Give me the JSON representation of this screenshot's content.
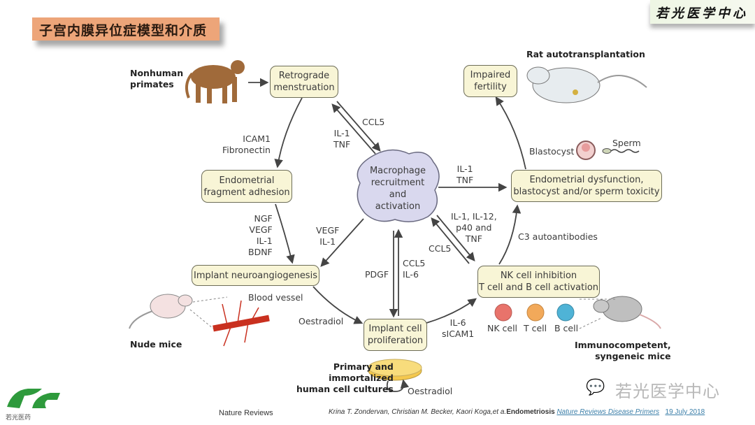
{
  "header": {
    "title": "子宫内膜异位症模型和介质",
    "brand": "若光医学中心"
  },
  "nodes": {
    "retrograde": "Retrograde\nmenstruation",
    "adhesion": "Endometrial\nfragment adhesion",
    "neuroangio": "Implant neuroangiogenesis",
    "proliferation": "Implant cell\nproliferation",
    "macrophage": "Macrophage\nrecruitment\nand\nactivation",
    "nk": "NK cell inhibition\nT cell and B cell activation",
    "dysfunction": "Endometrial dysfunction,\nblastocyst and/or sperm toxicity",
    "fertility": "Impaired\nfertility"
  },
  "edge_labels": {
    "icam": "ICAM1\nFibronectin",
    "ngf": "NGF\nVEGF\nIL-1\nBDNF",
    "ccl5_top": "CCL5",
    "il1tnf_top": "IL-1\nTNF",
    "il1tnf_right": "IL-1\nTNF",
    "vegf": "VEGF\nIL-1",
    "pdgf": "PDGF",
    "ccl5_il6": "CCL5\nIL-6",
    "il12": "IL-1, IL-12,\np40 and\nTNF",
    "ccl5_nk": "CCL5",
    "c3": "C3 autoantibodies",
    "oestradiol_left": "Oestradiol",
    "il6_sicam": "IL-6\nsICAM1",
    "oestradiol_dish": "Oestradiol"
  },
  "models": {
    "primates": "Nonhuman\nprimates",
    "rat": "Rat autotransplantation",
    "nude": "Nude mice",
    "cultures": "Primary and\nimmortalized\nhuman cell cultures",
    "immuno": "Immunocompetent,\nsyngeneic mice"
  },
  "illustration_labels": {
    "blastocyst": "Blastocyst",
    "sperm": "Sperm",
    "blood_vessel": "Blood vessel",
    "nk_cell": "NK cell",
    "t_cell": "T cell",
    "b_cell": "B cell"
  },
  "colors": {
    "box_fill": "#f8f5d6",
    "title_banner": "#eda579",
    "macrophage": "#d9d8ee",
    "nk_cell": "#e8736b",
    "t_cell": "#f2a95a",
    "b_cell": "#4fb3d6",
    "logo_green": "#2e9a3c"
  },
  "footer": {
    "source": "Nature Reviews",
    "authors": "Krina T. Zondervan, Christian M. Becker,  Kaori Koga,et a.",
    "paper": "Endometriosis",
    "journal": "Nature  Reviews  Disease Primers",
    "date": "19 July 2018",
    "watermark": "若光医学中心",
    "logo_text": "若光医药"
  }
}
